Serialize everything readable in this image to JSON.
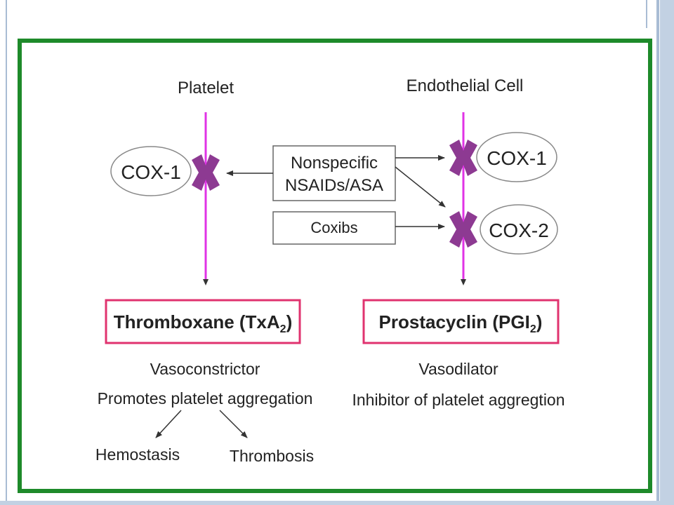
{
  "colors": {
    "frame": "#1e8a2a",
    "membrane": "#e033e6",
    "cox_block": "#8d3a92",
    "product_box": "#e0336f",
    "text": "#222222"
  },
  "platelet": {
    "title": "Platelet",
    "enzyme": "COX-1",
    "product": {
      "name": "Thromboxane (TxA",
      "sub": "2",
      "close": ")"
    },
    "effects": [
      "Vasoconstrictor",
      "Promotes platelet aggregation"
    ],
    "outcomes": [
      "Hemostasis",
      "Thrombosis"
    ]
  },
  "endothelial": {
    "title": "Endothelial Cell",
    "enzymes": [
      "COX-1",
      "COX-2"
    ],
    "product": {
      "name": "Prostacyclin (PGI",
      "sub": "2",
      "close": ")"
    },
    "effects": [
      "Vasodilator",
      "Inhibitor of platelet aggregtion"
    ]
  },
  "inhibitors": {
    "nonspecific": [
      "Nonspecific",
      "NSAIDs/ASA"
    ],
    "coxibs": "Coxibs"
  }
}
